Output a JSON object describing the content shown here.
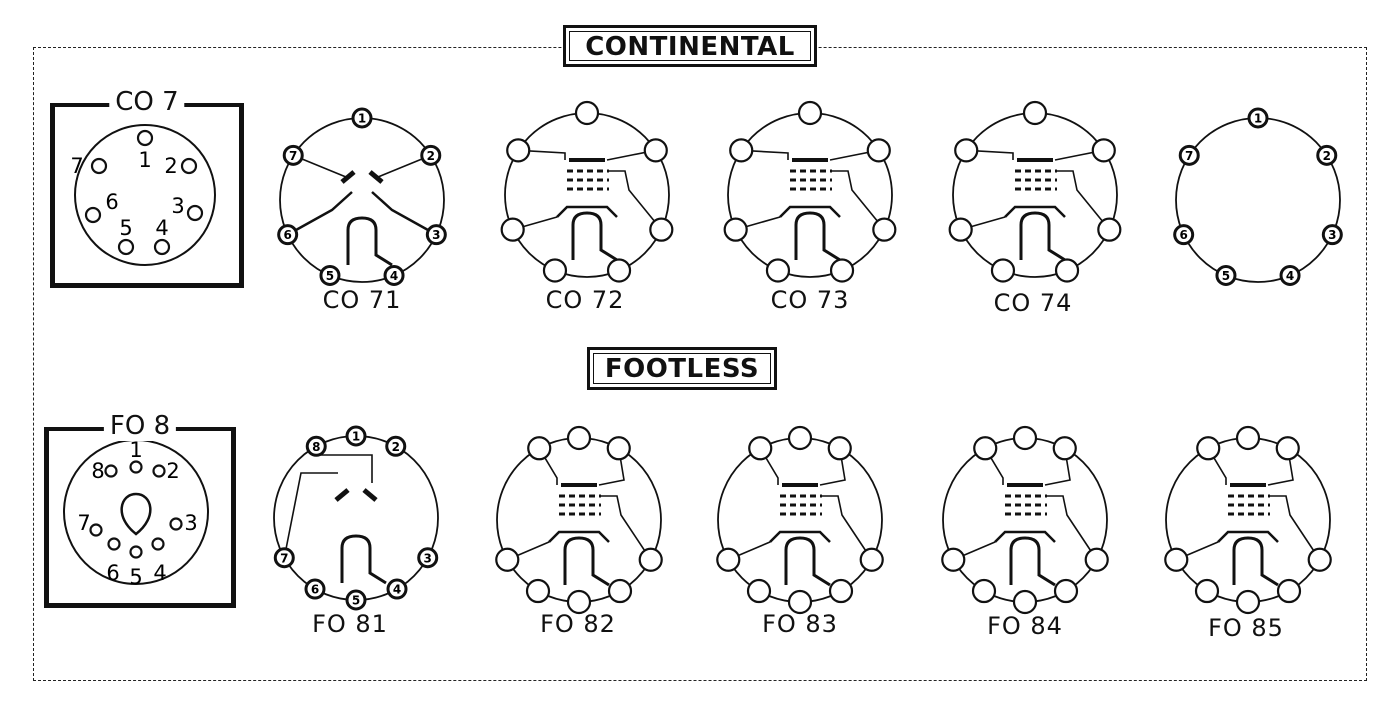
{
  "sections": [
    {
      "title": "CONTINENTAL",
      "socket": {
        "label": "CO 7",
        "pins": [
          "1",
          "2",
          "3",
          "4",
          "5",
          "6",
          "7"
        ]
      },
      "diagrams": [
        {
          "label": "CO 71",
          "kind": "twin",
          "pins": [
            "1",
            "2",
            "3",
            "4",
            "5",
            "6",
            "7"
          ]
        },
        {
          "label": "CO 72",
          "kind": "multi",
          "pins": [
            "",
            "",
            "",
            "",
            "",
            "",
            ""
          ]
        },
        {
          "label": "CO 73",
          "kind": "multi",
          "pins": [
            "",
            "",
            "",
            "",
            "",
            "",
            ""
          ]
        },
        {
          "label": "CO 74",
          "kind": "multi",
          "pins": [
            "",
            "",
            "",
            "",
            "",
            "",
            ""
          ]
        },
        {
          "label": "",
          "kind": "blank",
          "pins": [
            "1",
            "2",
            "3",
            "4",
            "5",
            "6",
            "7"
          ]
        }
      ]
    },
    {
      "title": "FOOTLESS",
      "socket": {
        "label": "FO 8",
        "pins": [
          "1",
          "2",
          "3",
          "4",
          "5",
          "6",
          "7",
          "8"
        ]
      },
      "diagrams": [
        {
          "label": "FO 81",
          "kind": "twin",
          "pins": [
            "1",
            "2",
            "3",
            "4",
            "5",
            "6",
            "7",
            "8"
          ]
        },
        {
          "label": "FO 82",
          "kind": "multi",
          "pins": [
            "",
            "",
            "",
            "",
            "",
            "",
            "",
            ""
          ]
        },
        {
          "label": "FO 83",
          "kind": "multi",
          "pins": [
            "",
            "",
            "",
            "",
            "",
            "",
            "",
            ""
          ]
        },
        {
          "label": "FO 84",
          "kind": "multi",
          "pins": [
            "",
            "",
            "",
            "",
            "",
            "",
            "",
            ""
          ]
        },
        {
          "label": "FO 85",
          "kind": "multi",
          "pins": [
            "",
            "",
            "",
            "",
            "",
            "",
            "",
            ""
          ]
        }
      ]
    }
  ]
}
